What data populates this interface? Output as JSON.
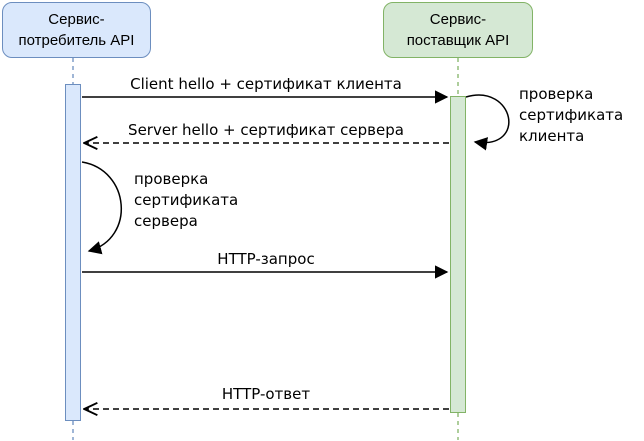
{
  "diagram": {
    "type": "sequence-diagram",
    "actors": [
      {
        "id": "consumer",
        "label": "Сервис-\nпотребитель API",
        "fill": "#dae8fc",
        "stroke": "#6c8ebf"
      },
      {
        "id": "provider",
        "label": "Сервис-\nпоставщик API",
        "fill": "#d5e8d4",
        "stroke": "#82b366"
      }
    ],
    "messages": [
      {
        "from": "consumer",
        "to": "provider",
        "label": "Client hello + сертификат клиента",
        "line": "solid",
        "arrowhead": "filled"
      },
      {
        "from": "provider",
        "to": "consumer",
        "label": "Server hello + сертификат сервера",
        "line": "dashed",
        "arrowhead": "open"
      },
      {
        "from": "provider",
        "to": "provider",
        "label": "проверка\nсертификата\nклиента",
        "line": "self-loop",
        "arrowhead": "filled"
      },
      {
        "from": "consumer",
        "to": "consumer",
        "label": "проверка\nсертификата\nсервера",
        "line": "self-loop",
        "arrowhead": "filled"
      },
      {
        "from": "consumer",
        "to": "provider",
        "label": "HTTP-запрос",
        "line": "solid",
        "arrowhead": "filled"
      },
      {
        "from": "provider",
        "to": "consumer",
        "label": "HTTP-ответ",
        "line": "dashed",
        "arrowhead": "open"
      }
    ],
    "colors": {
      "background": "#ffffff",
      "arrow": "#000000",
      "consumer_fill": "#dae8fc",
      "consumer_stroke": "#6c8ebf",
      "provider_fill": "#d5e8d4",
      "provider_stroke": "#82b366"
    }
  }
}
